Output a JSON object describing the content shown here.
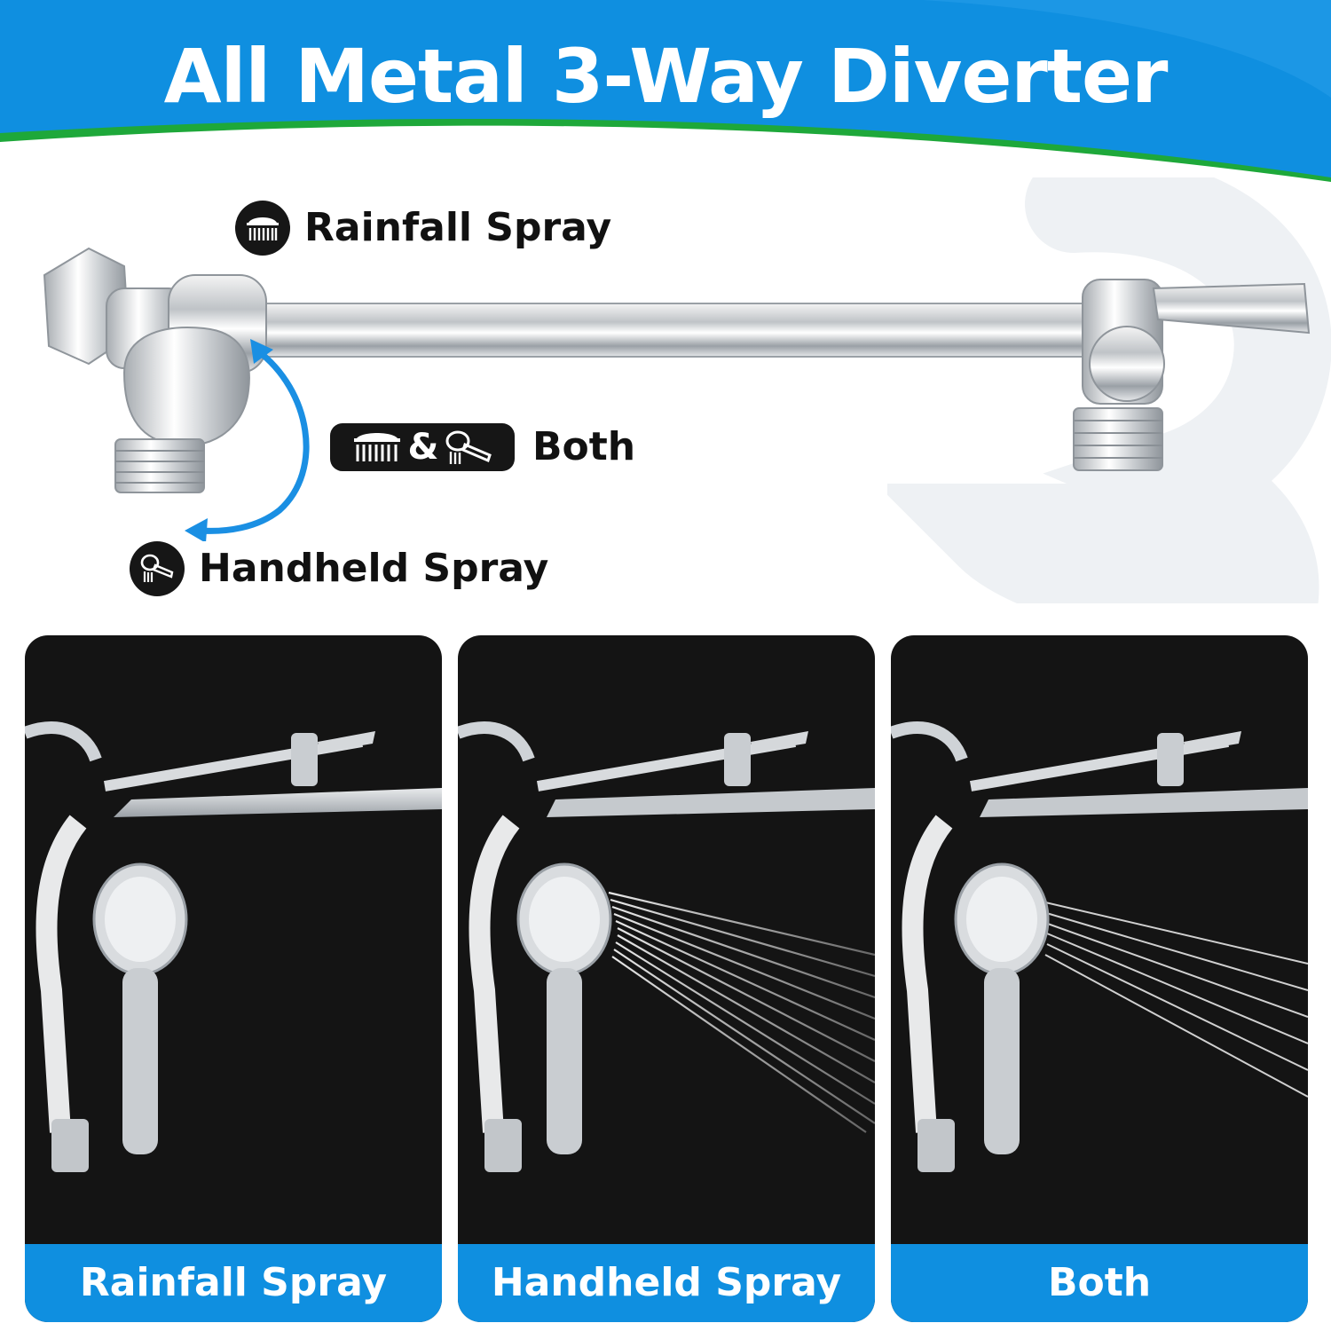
{
  "header": {
    "title": "All Metal 3-Way Diverter"
  },
  "diverter": {
    "rainfall_label": "Rainfall Spray",
    "both_label": "Both",
    "both_amp": "&",
    "handheld_label": "Handheld Spray"
  },
  "panels": [
    {
      "caption": "Rainfall Spray"
    },
    {
      "caption": "Handheld Spray"
    },
    {
      "caption": "Both"
    }
  ],
  "icons": {
    "rainfall": "rainfall-showerhead-icon",
    "handheld": "handheld-showerhead-icon"
  },
  "colors": {
    "brand_blue": "#0f8fe0",
    "accent_green": "#1ea83a",
    "dark": "#141414",
    "arrow_blue": "#1a8fe3"
  }
}
